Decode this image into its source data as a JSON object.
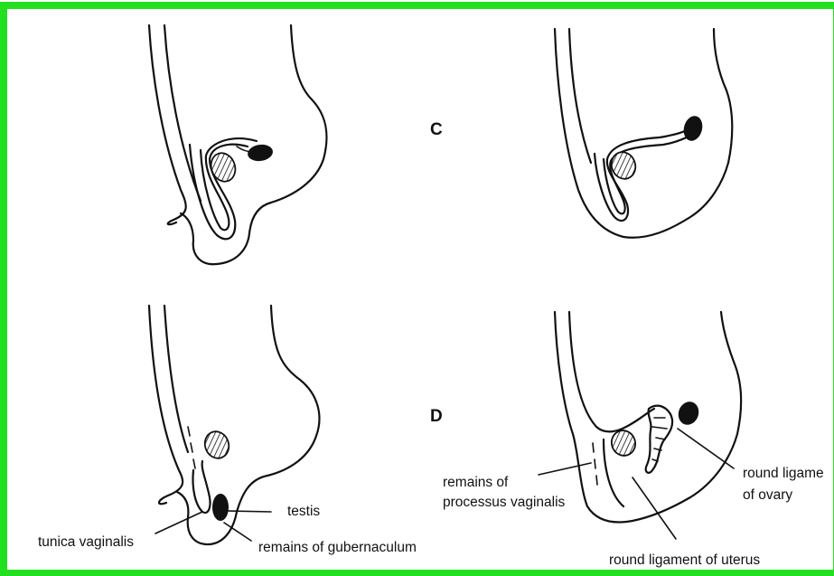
{
  "colors": {
    "frame": "#22e01f",
    "ink": "#111111",
    "background": "#ffffff"
  },
  "panels": {
    "top_right": {
      "letter": "C"
    },
    "bottom_right": {
      "letter": "D"
    }
  },
  "labels": {
    "testis": "testis",
    "tunica_vaginalis": "tunica vaginalis",
    "remains_gubernaculum": "remains of gubernaculum",
    "remains_processus_line1": "remains of",
    "remains_processus_line2": "processus vaginalis",
    "round_lig_ovary_line1": "round ligame",
    "round_lig_ovary_line2": "of ovary",
    "round_lig_uterus": "round ligament of uterus"
  }
}
